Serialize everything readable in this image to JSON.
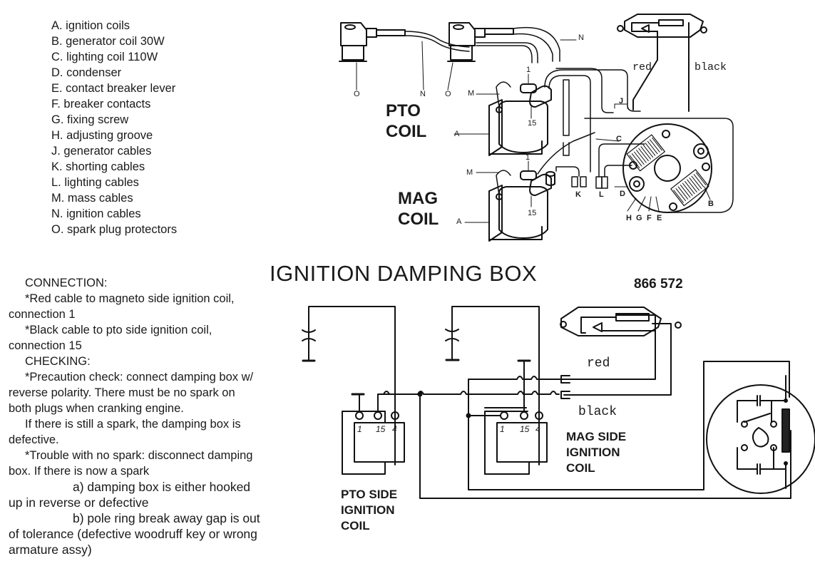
{
  "legend": [
    "A.  ignition coils",
    "B. generator coil 30W",
    "C. lighting coil 110W",
    "D.  condenser",
    "E. contact breaker lever",
    "F.  breaker contacts",
    "G. fixing screw",
    "H. adjusting groove",
    "J.   generator cables",
    "K. shorting cables",
    "L.   lighting cables",
    "M.  mass cables",
    "N. ignition cables",
    "O. spark plug protectors"
  ],
  "notes": {
    "connection_heading": "CONNECTION:",
    "red_line1": "*Red cable to magneto side ignition coil,",
    "red_line2": "connection 1",
    "black_line1": "*Black cable to pto side ignition coil,",
    "black_line2": "connection 15",
    "checking_heading": "CHECKING:",
    "precaution_line1": "*Precaution check: connect damping box w/",
    "precaution_line2": "reverse polarity.  There must be no spark on",
    "precaution_line3": "both plugs when cranking engine.",
    "still_line1": "If there is still a spark, the damping box is",
    "still_line2": "defective.",
    "trouble_line1": "*Trouble with no spark: disconnect damping",
    "trouble_line2": "box. If there is now a spark",
    "a_line1": "a) damping box is either hooked",
    "a_line2": "up in reverse or defective",
    "b_line1": "b) pole ring break away gap is out",
    "b_line2": "of tolerance (defective woodruff key or wrong",
    "b_line3": "armature assy)"
  },
  "title": "IGNITION DAMPING BOX",
  "part_number": "866 572",
  "top_diagram": {
    "pto_label_1": "PTO",
    "pto_label_2": "COIL",
    "mag_label_1": "MAG",
    "mag_label_2": "COIL",
    "red": "red",
    "black": "black",
    "callouts": {
      "o1": "O",
      "n1": "N",
      "o2": "O",
      "n2": "N",
      "m1": "M",
      "m2": "M",
      "a1": "A",
      "a2": "A",
      "one1": "1",
      "one2": "1",
      "fifteen1": "15",
      "fifteen2": "15",
      "j": "J",
      "c": "C",
      "k": "K",
      "l": "L",
      "d": "D",
      "b": "B",
      "h": "H",
      "g": "G",
      "f": "F",
      "e": "E"
    }
  },
  "bottom_diagram": {
    "pto_side_1": "PTO SIDE",
    "pto_side_2": "IGNITION",
    "pto_side_3": "COIL",
    "mag_side_1": "MAG SIDE",
    "mag_side_2": "IGNITION",
    "mag_side_3": "COIL",
    "red": "red",
    "black": "black",
    "terminal_1": "1",
    "terminal_15": "15",
    "terminal_4": "4"
  }
}
